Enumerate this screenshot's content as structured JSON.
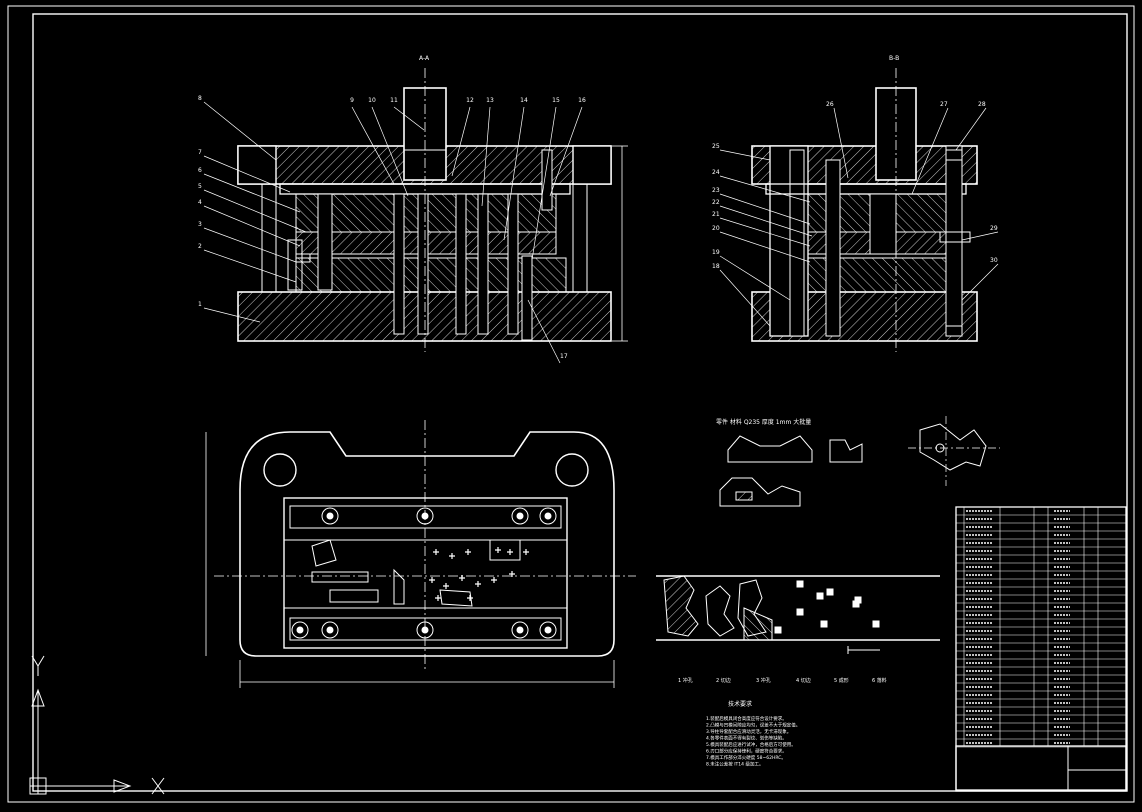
{
  "drawing": {
    "background": "#000000",
    "line_color": "#ffffff",
    "view_labels": {
      "front_section": "A-A",
      "side_section": "B-B"
    },
    "front_callouts": [
      "1",
      "2",
      "3",
      "4",
      "5",
      "6",
      "7",
      "8",
      "9",
      "10",
      "11",
      "12",
      "13",
      "14",
      "15",
      "16",
      "17"
    ],
    "side_callouts": [
      "18",
      "19",
      "20",
      "21",
      "22",
      "23",
      "24",
      "25",
      "26",
      "27",
      "28",
      "29",
      "30"
    ],
    "part_caption": "零件 材料 Q235 厚度 1mm 大批量",
    "strip_steps": [
      "1 冲孔",
      "2 切边",
      "3 冲孔",
      "4 切边",
      "5 成形",
      "6 落料"
    ],
    "tech_title": "技术要求",
    "tech_lines": [
      "1.装配后模具闭合高度应符合设计要求。",
      "2.凸模与凹模间隙应均匀，误差不大于规定值。",
      "3.导柱导套配合应滑动灵活，无卡滞现象。",
      "4.各零件表面不得有裂纹、划伤等缺陷。",
      "5.模具装配后应进行试冲，合格后方可使用。",
      "6.刃口部分应保持锋利，硬度符合要求。",
      "7.模具工作部分淬火硬度 58~62HRC。",
      "8.未注公差按 IT14 级加工。"
    ],
    "ucs": {
      "y": "Y",
      "x": "X"
    }
  }
}
